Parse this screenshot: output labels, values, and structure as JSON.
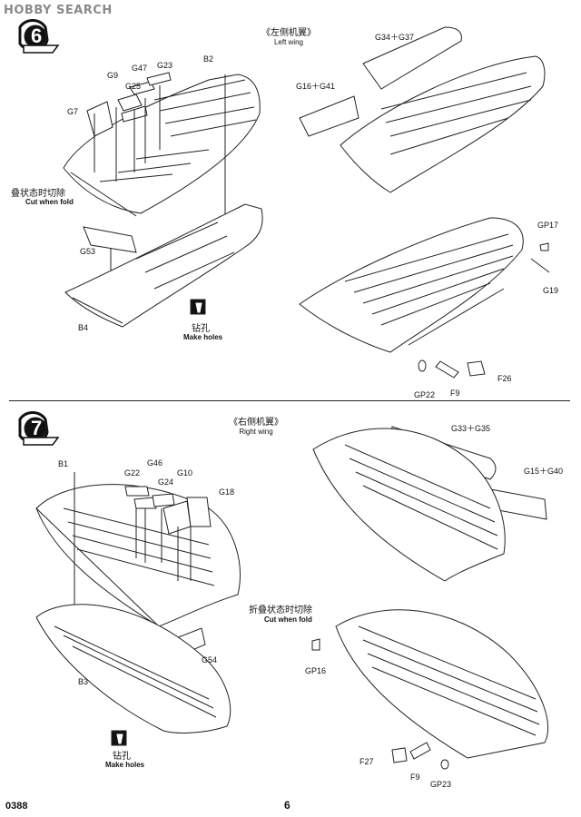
{
  "watermark": "HOBBY SEARCH",
  "steps": [
    {
      "number": "6",
      "step_word": "STEP",
      "title_cn": "《左侧机翼》",
      "title_en": "Left wing",
      "parts": {
        "g9": "G9",
        "g47": "G47",
        "g23": "G23",
        "b2": "B2",
        "g25": "G25",
        "g7": "G7",
        "g53": "G53",
        "b4": "B4",
        "g34g37": "G34＋G37",
        "g16g41": "G16＋G41",
        "gp17": "GP17",
        "g19": "G19",
        "f26": "F26",
        "gp22": "GP22",
        "f9": "F9"
      },
      "cut_cn": "叠状态时切除",
      "cut_en": "Cut when fold",
      "holes_cn": "钻孔",
      "holes_en": "Make holes"
    },
    {
      "number": "7",
      "step_word": "STEP",
      "title_cn": "《右侧机翼》",
      "title_en": "Right wing",
      "parts": {
        "b1": "B1",
        "g22": "G22",
        "g46": "G46",
        "g24": "G24",
        "g10": "G10",
        "g18": "G18",
        "g54": "G54",
        "b3": "B3",
        "g33g35": "G33＋G35",
        "g15g40": "G15＋G40",
        "gp16": "GP16",
        "f27": "F27",
        "f9": "F9",
        "gp23": "GP23"
      },
      "cut_cn": "折叠状态时切除",
      "cut_en": "Cut when fold",
      "holes_cn": "钻孔",
      "holes_en": "Make holes"
    }
  ],
  "footer": {
    "code": "0388",
    "page": "6"
  }
}
